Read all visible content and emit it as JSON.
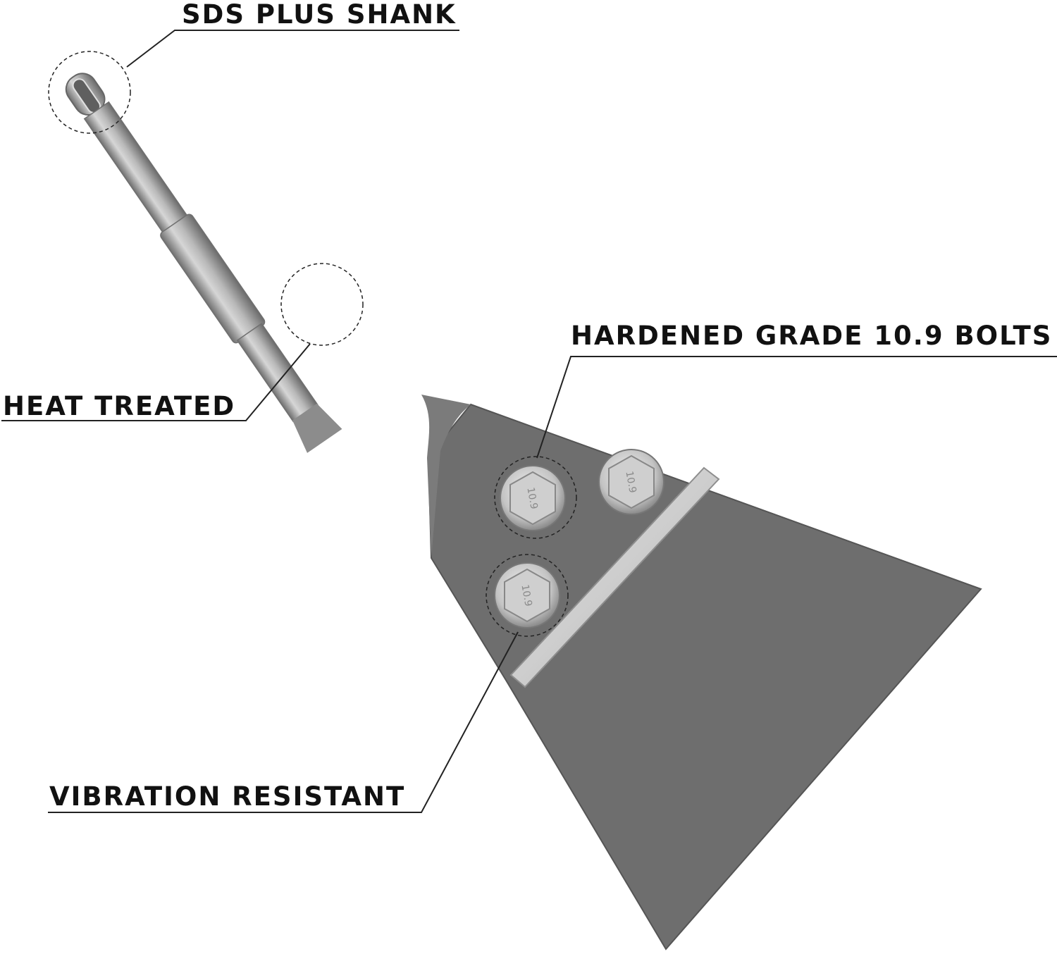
{
  "callouts": {
    "sds_plus_shank": "SDS PLUS SHANK",
    "hardened_bolts": "HARDENED GRADE 10.9 BOLTS",
    "heat_treated": "HEAT TREATED",
    "vibration_resistant": "VIBRATION RESISTANT"
  },
  "bolt_head_marking": "10.9",
  "colors": {
    "blade": "#6e6e6e",
    "shank": "#9a9a9a",
    "bolt": "#c8c8c8",
    "text": "#111111",
    "background": "#ffffff"
  },
  "icons": [
    "scraper-tool-illustration",
    "bolt-icon"
  ]
}
